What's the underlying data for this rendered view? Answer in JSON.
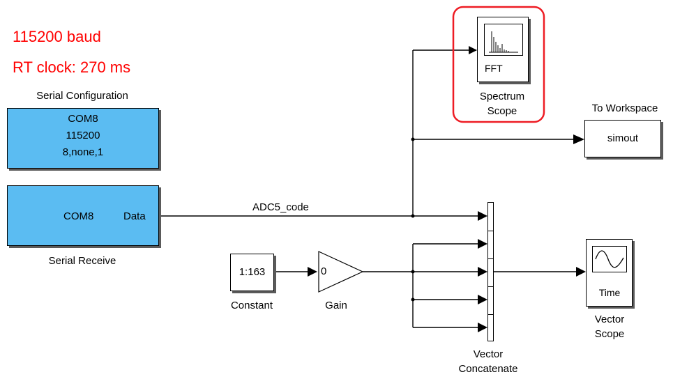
{
  "annotation": {
    "baud": "115200 baud",
    "rt_clock": "RT clock:  270 ms"
  },
  "blocks": {
    "serial_config": {
      "label": "Serial Configuration",
      "port": "COM8",
      "rate": "115200",
      "format": "8,none,1"
    },
    "serial_receive": {
      "label": "Serial Receive",
      "port": "COM8",
      "port_out": "Data"
    },
    "constant": {
      "label": "Constant",
      "value": "1:163"
    },
    "gain": {
      "label": "Gain",
      "value": "0"
    },
    "vector_concatenate": {
      "label": [
        "Vector",
        "Concatenate"
      ]
    },
    "spectrum_scope": {
      "label": [
        "Spectrum",
        "Scope"
      ],
      "icon_text": "FFT"
    },
    "to_workspace": {
      "label": "To Workspace",
      "variable": "simout"
    },
    "vector_scope": {
      "label": [
        "Vector",
        "Scope"
      ],
      "icon_text": "Time"
    }
  },
  "signals": {
    "adc": "ADC5_code"
  },
  "colors": {
    "block_fill": "#5bbcf2",
    "annotation": "#ff0000",
    "highlight": "#ee1c24"
  }
}
